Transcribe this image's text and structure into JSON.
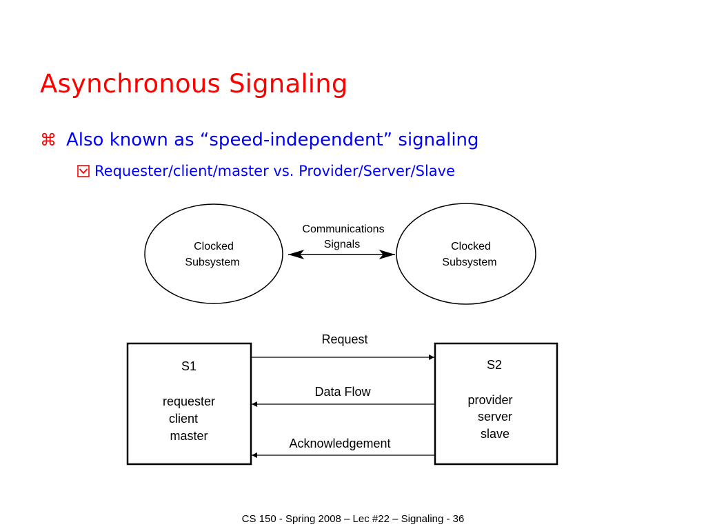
{
  "slide": {
    "title": "Asynchronous Signaling",
    "bullets": [
      {
        "icon": "command-key-icon",
        "text": "Also known as “speed-independent” signaling"
      },
      {
        "icon": "checked-box-icon",
        "text": "Requester/client/master vs. Provider/Server/Slave"
      }
    ],
    "footer": "CS 150 - Spring  2008 – Lec #22 – Signaling  - 36"
  },
  "diagram": {
    "top": {
      "left_node": [
        "Clocked",
        "Subsystem"
      ],
      "right_node": [
        "Clocked",
        "Subsystem"
      ],
      "link_label": [
        "Communications",
        "Signals"
      ]
    },
    "bottom": {
      "left_box": {
        "name": "S1",
        "roles": [
          "requester",
          "client",
          "master"
        ]
      },
      "right_box": {
        "name": "S2",
        "roles": [
          "provider",
          "server",
          "slave"
        ]
      },
      "signals": [
        {
          "label": "Request",
          "direction": "left-to-right"
        },
        {
          "label": "Data Flow",
          "direction": "right-to-left"
        },
        {
          "label": "Acknowledgement",
          "direction": "right-to-left"
        }
      ]
    }
  },
  "colors": {
    "title": "#ff0000",
    "bullet_l1": "#0000ff",
    "bullet_l2": "#0000ff",
    "icon": "#ff0000"
  }
}
